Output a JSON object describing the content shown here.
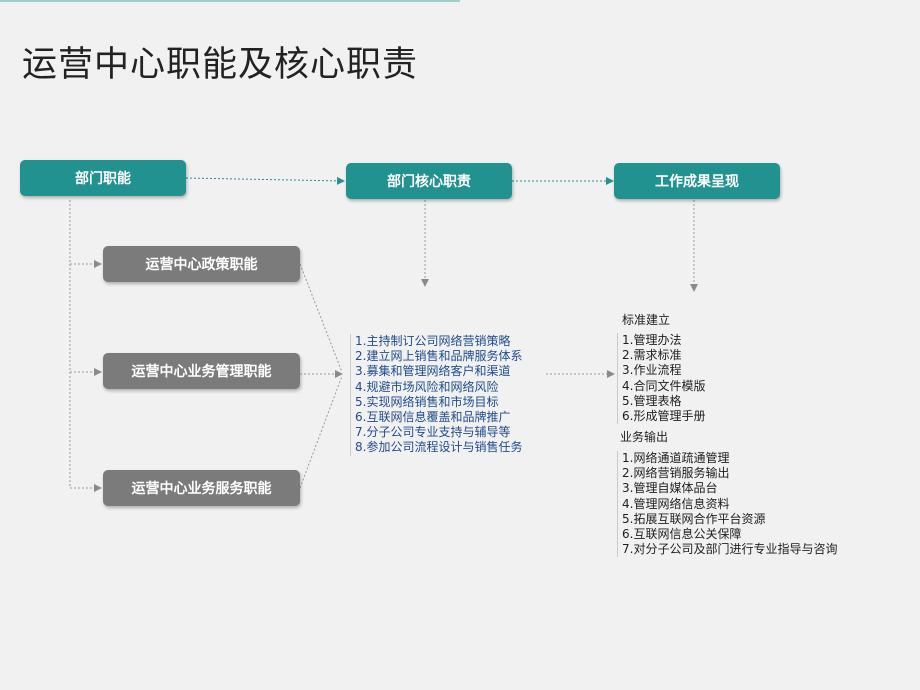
{
  "title": "运营中心职能及核心职责",
  "headers": {
    "dept_function": "部门职能",
    "dept_core": "部门核心职责",
    "work_result": "工作成果呈现"
  },
  "sub_functions": [
    "运营中心政策职能",
    "运营中心业务管理职能",
    "运营中心业务服务职能"
  ],
  "core_duties": [
    "1.主持制订公司网络营销策略",
    "2.建立网上销售和品牌服务体系",
    "3.募集和管理网络客户和渠道",
    "4.规避市场风险和网络风险",
    "5.实现网络销售和市场目标",
    "6.互联网信息覆盖和品牌推广",
    "7.分子公司专业支持与辅导等",
    "8.参加公司流程设计与销售任务"
  ],
  "results": {
    "standard": {
      "heading": "标准建立",
      "items": [
        "1.管理办法",
        "2.需求标准",
        "3.作业流程",
        "4.合同文件模版",
        "5.管理表格",
        "6.形成管理手册"
      ]
    },
    "business": {
      "heading": "业务输出",
      "items": [
        "1.网络通道疏通管理",
        "2.网络营销服务输出",
        "3.管理自媒体品台",
        "4.管理网络信息资料",
        "5.拓展互联网合作平台资源",
        "6.互联网信息公关保障",
        "7.对分子公司及部门进行专业指导与咨询"
      ]
    }
  },
  "colors": {
    "teal": "#21928f",
    "gray": "#7b7b7b",
    "duty_text": "#1f4b8c"
  }
}
